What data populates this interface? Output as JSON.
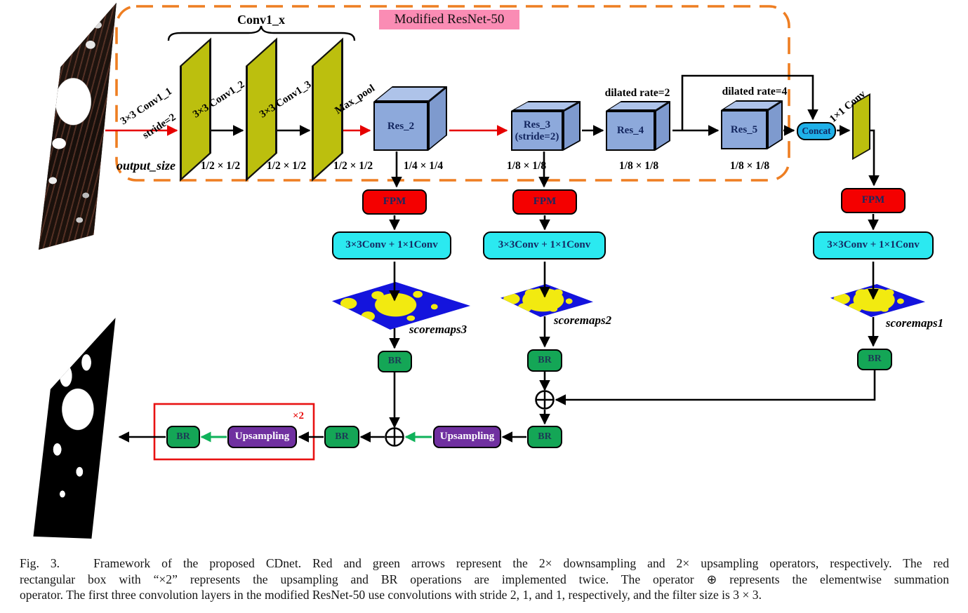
{
  "diagram": {
    "resnet_label": "Modified ResNet-50",
    "conv_group_label": "Conv1_x",
    "output_size_label": "output_size",
    "conv1_1_label": "3×3 Conv1_1",
    "conv1_1_sub": "stride=2",
    "conv1_2_label": "3×3 Conv1_2",
    "conv1_3_label": "3×3 Conv1_3",
    "max_pool_label": "Max_pool",
    "conv_1x1_label": "1×1 Conv",
    "dilated_rate_2": "dilated rate=2",
    "dilated_rate_4": "dilated rate=4",
    "res2": "Res_2",
    "res3": "Res_3",
    "res3_sub": "(stride=2)",
    "res4": "Res_4",
    "res5": "Res_5",
    "concat": "Concat",
    "fpm": "FPM",
    "conv_combo": "3×3Conv + 1×1Conv",
    "br": "BR",
    "upsampling": "Upsampling",
    "times2": "×2",
    "sizes": {
      "conv1": "1/2 × 1/2",
      "conv2": "1/2 × 1/2",
      "conv3": "1/2 × 1/2",
      "res2": "1/4 × 1/4",
      "res3": "1/8 × 1/8",
      "res4": "1/8 × 1/8",
      "res5": "1/8 × 1/8"
    },
    "scoremaps": {
      "s3": "scoremaps3",
      "s2": "scoremaps2",
      "s1": "scoremaps1"
    }
  },
  "colors": {
    "resnet_dash_orange": "#ee7e22",
    "conv_layer_yellow": "#bcbf0e",
    "res_cube_blue": "#8da9db",
    "fpm_red": "#f40000",
    "conv_cyan": "#2be9f0",
    "concat_cyan": "#1fb0e8",
    "pink_label": "#fa8cb4",
    "br_green": "#14a656",
    "upsampling_purple": "#7030a0",
    "arrow_green": "#0fb25a",
    "arrow_red": "#e60000",
    "repeat_box_red": "#e81212",
    "scoremap_blue": "#1414dd",
    "scoremap_yellow": "#f2ea10"
  },
  "caption": {
    "line1": "Fig. 3.   Framework of the proposed CDnet. Red and green arrows represent the 2× downsampling and 2× upsampling operators, respectively. The red",
    "line2": "rectangular box with “×2” represents the upsampling and BR operations are implemented twice. The operator ⊕ represents the elementwise summation",
    "line3": "operator. The first three convolution layers in the modified ResNet-50 use convolutions with stride 2, 1, and 1, respectively, and the filter size is 3 × 3."
  }
}
